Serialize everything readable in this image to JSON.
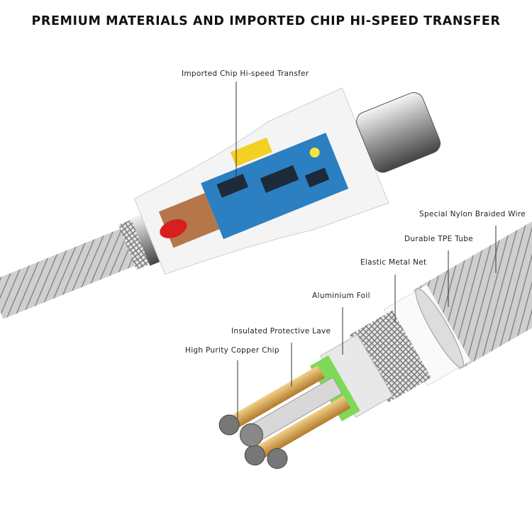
{
  "title": "PREMIUM MATERIALS AND IMPORTED CHIP HI-SPEED TRANSFER",
  "labels": {
    "chip": "Imported Chip Hi-speed Transfer",
    "nylon": "Special Nylon Braided Wire",
    "tpe": "Durable TPE Tube",
    "metal_net": "Elastic Metal Net",
    "foil": "Aluminium Foil",
    "insulated": "Insulated Protective Lave",
    "copper": "High Purity Copper Chip"
  }
}
